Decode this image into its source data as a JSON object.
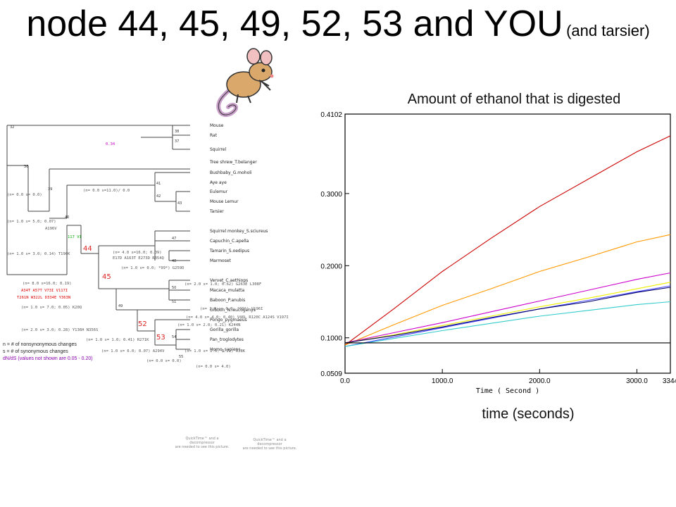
{
  "slide": {
    "title_main": "node 44, 45, 49, 52, 53 and YOU",
    "title_paren": "(and tarsier)"
  },
  "tree": {
    "taxa": [
      "Mouse",
      "Rat",
      "Squirrel",
      "Tree shrew_T.belanger",
      "Bushbaby_G.moholi",
      "Aye aye",
      "Eulemur",
      "Mouse Lemur",
      "Tarsier",
      "Squirrel monkey_S.sciureus",
      "Capuchin_C.apella",
      "Tamarin_S.oedipus",
      "Marmoset",
      "Vervet_C.aethiops",
      "Macaca_mulatta",
      "Baboon_P.anubis",
      "Gibbon_N.leucogenys",
      "Pongo_pygmaeus",
      "Gorilla_gorilla",
      "Pan_troglodytes",
      "Homo_sapiens"
    ],
    "node_ids": [
      "32",
      "36",
      "37",
      "38",
      "39",
      "40",
      "41",
      "42",
      "43",
      "44",
      "45",
      "47",
      "48",
      "49",
      "50",
      "51",
      "52",
      "53",
      "54",
      "55"
    ],
    "branch_notes": [
      {
        "text": "0.34",
        "color": "#cc00cc"
      },
      {
        "text": "(n= 0.0 s=11.0)/ 0.0",
        "color": "#555555"
      },
      {
        "text": "(n= 0.0 s= 0.0)",
        "color": "#555555"
      },
      {
        "text": "(n= 1.0 s= 5.0; 0.07)",
        "color": "#555555"
      },
      {
        "text": "A196V",
        "color": "#555555"
      },
      {
        "text": "(n= 1.0 s= 3.0; 0.14) T190K",
        "color": "#555555"
      },
      {
        "text": "117 VI",
        "color": "#00aa00"
      },
      {
        "text": "(n= 4.0 s=16.0; 0.09)",
        "color": "#555555"
      },
      {
        "text": "E17D A163T E273D R354Q",
        "color": "#555555"
      },
      {
        "text": "(n= 1.0 s= 0.0; *99*) G259D",
        "color": "#555555"
      },
      {
        "text": "(n= 8.0 s=16.0; 0.19)",
        "color": "#555555"
      },
      {
        "text": "A34T A57T V73I V117I",
        "color": "#dd0000"
      },
      {
        "text": "T261N W322L D334E Y363N",
        "color": "#dd0000"
      },
      {
        "text": "(n= 2.0 s= 1.0; 0.62) G263E L308F",
        "color": "#555555"
      },
      {
        "text": "(n= 1.0 s= 0.0; *99*) V196I",
        "color": "#555555"
      },
      {
        "text": "(n= 1.0 s= 7.0; 0.05) K20Q",
        "color": "#555555"
      },
      {
        "text": "(n= 4.0 s= 4.0; 0.40) V46L R120C A124S V197I",
        "color": "#555555"
      },
      {
        "text": "(n= 2.0 s= 3.0; 0.28) Y136H N356S",
        "color": "#555555"
      },
      {
        "text": "(n= 1.0 s= 2.0; 0.21) K244N",
        "color": "#555555"
      },
      {
        "text": "(n= 1.0 s= 1.0; 0.41) R271K",
        "color": "#555555"
      },
      {
        "text": "(n= 1.0 s= 6.0; 0.07) A294V",
        "color": "#555555"
      },
      {
        "text": "(n= 1.0 s= 2.0; 0.21) R38K",
        "color": "#555555"
      },
      {
        "text": "(n= 0.0 s= 0.0)",
        "color": "#555555"
      },
      {
        "text": "(n= 0.0 s= 4.0)",
        "color": "#555555"
      }
    ],
    "legend": [
      "n = # of nonsynonymous changes",
      "s = # of synonymous changes",
      "dN/dS (values not shown are 0.05 - 0.20)"
    ]
  },
  "placeholders": [
    [
      "QuickTime™ and a",
      "decompressor",
      "are needed to see this picture."
    ],
    [
      "QuickTime™ and a",
      "decompressor",
      "are needed to see this picture."
    ]
  ],
  "chart_data": {
    "type": "line",
    "title": "Amount of ethanol that is digested",
    "xlabel": "Time ( Second )",
    "x_caption": "time (seconds)",
    "ylabel": "",
    "xlim": [
      0,
      3344
    ],
    "ylim": [
      0.0509,
      0.4102
    ],
    "xticks": [
      "0.0",
      "1000.0",
      "2000.0",
      "3000.0",
      "3344"
    ],
    "yticks": [
      "0.0509",
      "0.1000",
      "0.2000",
      "0.3000",
      "0.4102"
    ],
    "grid": false,
    "x": [
      0,
      500,
      1000,
      1500,
      2000,
      2500,
      3000,
      3344
    ],
    "series": [
      {
        "color": "#cc0000",
        "values": [
          0.09,
          0.14,
          0.192,
          0.238,
          0.282,
          0.32,
          0.358,
          0.38
        ]
      },
      {
        "color": "#ff9900",
        "values": [
          0.09,
          0.118,
          0.145,
          0.168,
          0.192,
          0.212,
          0.233,
          0.243
        ]
      },
      {
        "color": "#cc00cc",
        "values": [
          0.093,
          0.107,
          0.121,
          0.136,
          0.151,
          0.166,
          0.181,
          0.19
        ]
      },
      {
        "color": "#eeee00",
        "values": [
          0.093,
          0.104,
          0.117,
          0.13,
          0.143,
          0.155,
          0.168,
          0.177
        ]
      },
      {
        "color": "#4444ff",
        "values": [
          0.088,
          0.101,
          0.114,
          0.127,
          0.14,
          0.152,
          0.164,
          0.172
        ]
      },
      {
        "color": "#000066",
        "values": [
          0.093,
          0.103,
          0.115,
          0.128,
          0.14,
          0.15,
          0.163,
          0.17
        ]
      },
      {
        "color": "#33cccc",
        "values": [
          0.088,
          0.099,
          0.11,
          0.12,
          0.13,
          0.138,
          0.146,
          0.15
        ]
      },
      {
        "color": "#000000",
        "values": [
          0.093,
          0.093,
          0.093,
          0.093,
          0.093,
          0.093,
          0.093,
          0.093
        ]
      }
    ]
  }
}
